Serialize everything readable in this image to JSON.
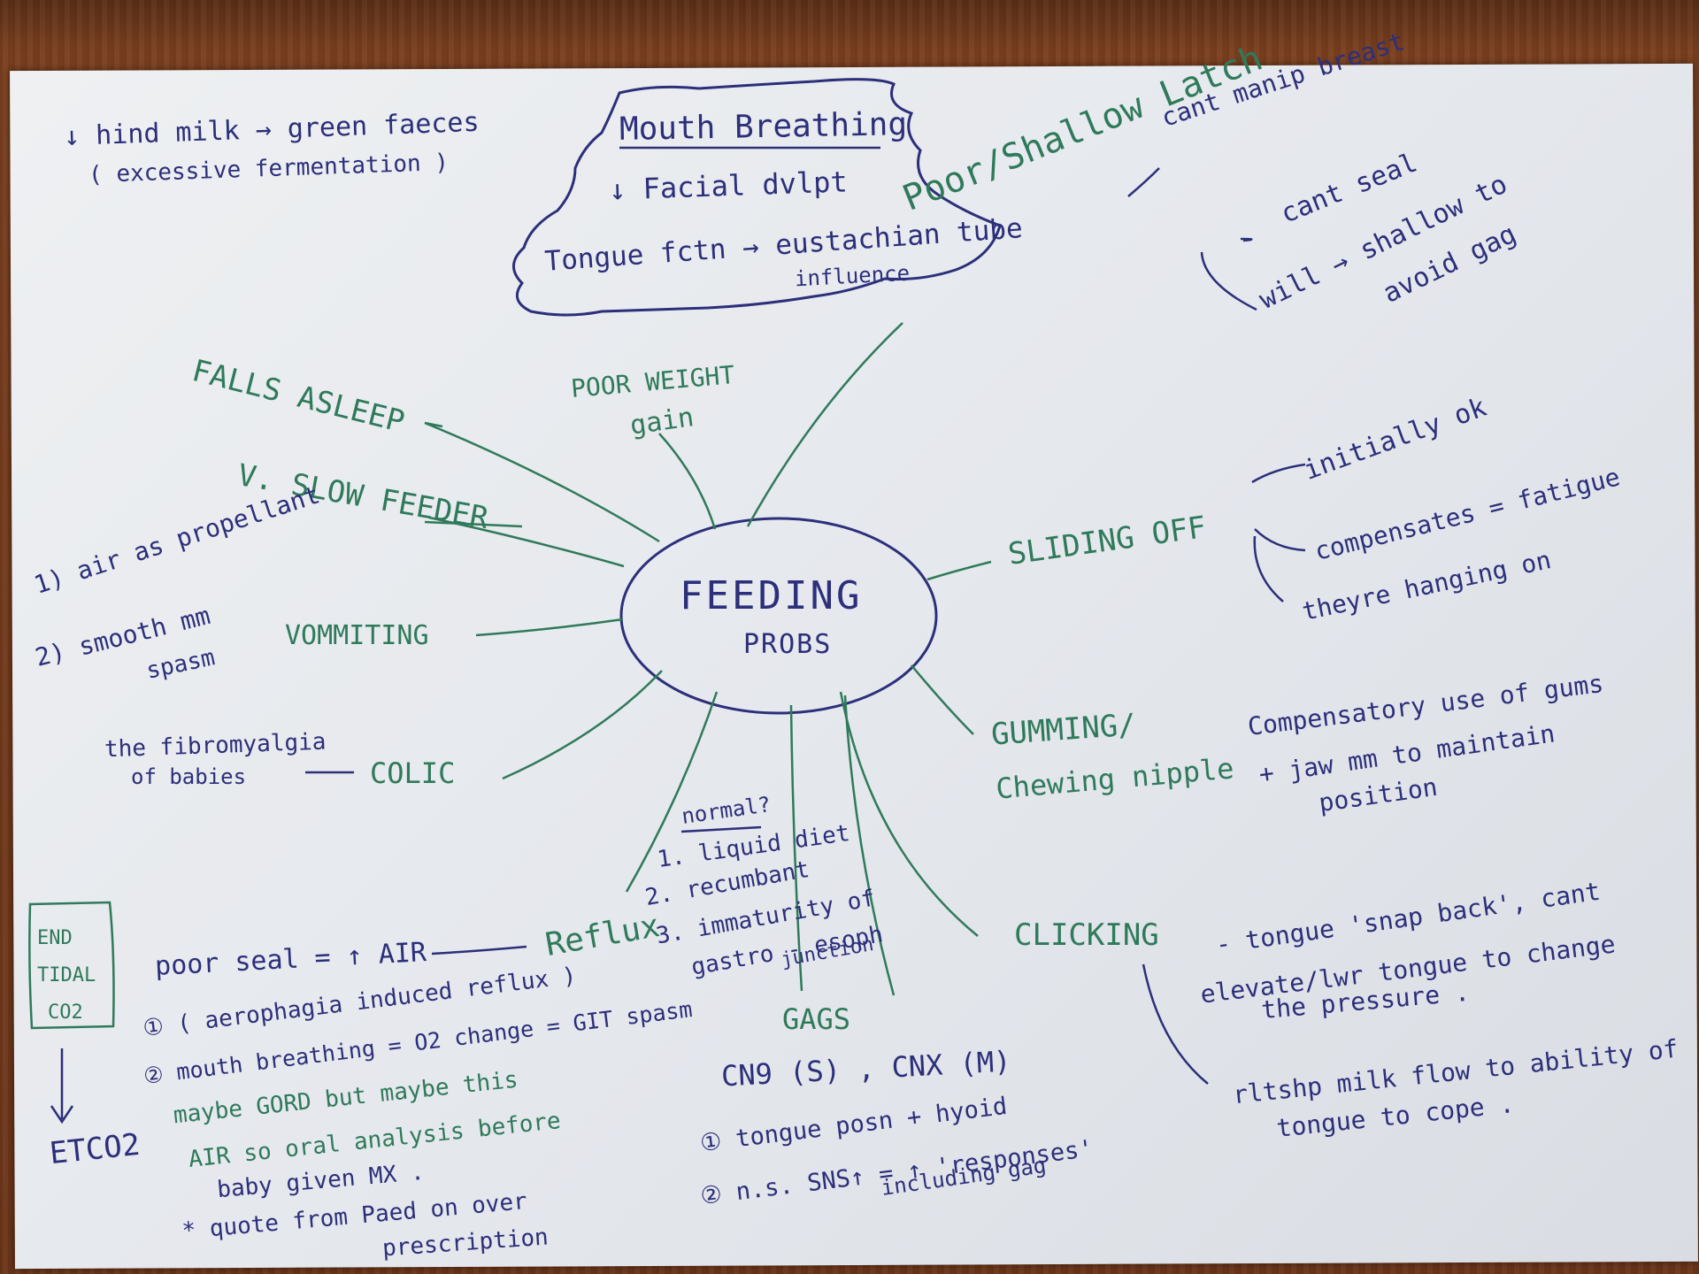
{
  "colors": {
    "blue_ink": "#2c2f7a",
    "green_ink": "#2f7a5a",
    "paper": "#e6e9ed",
    "desk": "#6b3519"
  },
  "center": {
    "line1": "FEEDING",
    "line2": "PROBS"
  },
  "top_left_note": {
    "line1": "↓ hind milk → green faeces",
    "line2": "( excessive fermentation )"
  },
  "mouth_breathing": {
    "title": "Mouth Breathing",
    "line1": "↓ Facial dvlpt",
    "line2": "Tongue fctn → eustachian tube",
    "line3": "influence"
  },
  "latch": {
    "title": "Poor/Shallow Latch",
    "note1": "cant manip breast",
    "note2": "cant seal",
    "note3a": "will → shallow to",
    "note3b": "avoid gag"
  },
  "poor_weight": {
    "line1": "POOR WEIGHT",
    "line2": "gain"
  },
  "falls_asleep": "FALLS ASLEEP",
  "slow_feeder": "V. SLOW FEEDER",
  "vomiting": {
    "label": "VOMMITING",
    "note1": "1) air as propellant",
    "note2": "2) smooth mm",
    "note3": "spasm"
  },
  "colic": {
    "label": "COLIC",
    "note1": "the fibromyalgia",
    "note2": "of babies"
  },
  "sliding_off": {
    "label": "SLIDING OFF",
    "note1": "initially ok",
    "note2": "compensates = fatigue",
    "note3": "theyre hanging on"
  },
  "gumming": {
    "label1": "GUMMING/",
    "label2": "Chewing nipple",
    "note1": "Compensatory use of gums",
    "note2": "+ jaw mm to maintain",
    "note3": "position"
  },
  "reflux": {
    "label": "Reflux",
    "normal": "normal?",
    "item1": "1. liquid diet",
    "item2": "2. recumbant",
    "item3a": "3. immaturity of",
    "item3b": "gastro - esoph",
    "item3c": "junction",
    "seal": "poor seal = ↑ AIR",
    "c1": "① ( aerophagia induced reflux )",
    "c2": "② mouth breathing = O2 change = GIT spasm",
    "g1": "maybe GORD but maybe this",
    "g2": "AIR so oral analysis before",
    "g3": "baby given MX .",
    "g4": "* quote from Paed on over",
    "g5": "prescription"
  },
  "etco2": {
    "box1": "END",
    "box2": "TIDAL",
    "box3": "CO2",
    "bottom": "ETCO2"
  },
  "gags": {
    "label": "GAGS",
    "nerves": "CN9 (S) , CNX (M)",
    "item1": "① tongue posn + hyoid",
    "item2": "② n.s. SNS↑ = ↑ 'responses'",
    "item2b": "including gag"
  },
  "clicking": {
    "label": "CLICKING",
    "note1": "- tongue 'snap back', cant",
    "note2": "elevate/lwr tongue to change",
    "note3": "the pressure .",
    "note4": "rltshp milk flow to ability of",
    "note5": "tongue to cope ."
  }
}
